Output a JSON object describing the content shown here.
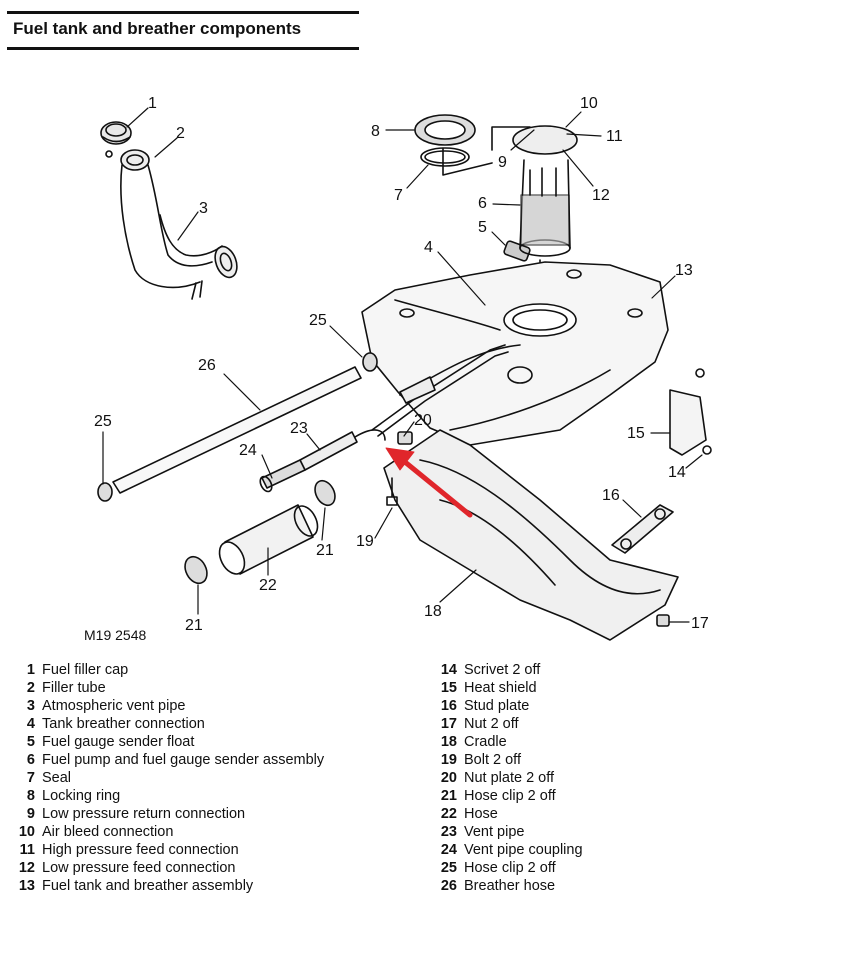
{
  "title": "Fuel tank and breather components",
  "figure_code": "M19 2548",
  "callouts": {
    "c1": "1",
    "c2": "2",
    "c3": "3",
    "c4": "4",
    "c5": "5",
    "c6": "6",
    "c7": "7",
    "c8": "8",
    "c9": "9",
    "c10": "10",
    "c11": "11",
    "c12": "12",
    "c13": "13",
    "c14": "14",
    "c15": "15",
    "c16": "16",
    "c17": "17",
    "c18": "18",
    "c19": "19",
    "c20": "20",
    "c21a": "21",
    "c21b": "21",
    "c22": "22",
    "c23": "23",
    "c24": "24",
    "c25a": "25",
    "c25b": "25",
    "c26": "26"
  },
  "legend_left": [
    {
      "num": "1",
      "text": "Fuel filler cap"
    },
    {
      "num": "2",
      "text": "Filler tube"
    },
    {
      "num": "3",
      "text": "Atmospheric vent pipe"
    },
    {
      "num": "4",
      "text": "Tank breather connection"
    },
    {
      "num": "5",
      "text": "Fuel gauge sender float"
    },
    {
      "num": "6",
      "text": "Fuel pump and fuel gauge sender assembly"
    },
    {
      "num": "7",
      "text": "Seal"
    },
    {
      "num": "8",
      "text": "Locking ring"
    },
    {
      "num": "9",
      "text": "Low pressure return connection"
    },
    {
      "num": "10",
      "text": "Air bleed connection"
    },
    {
      "num": "11",
      "text": "High pressure feed connection"
    },
    {
      "num": "12",
      "text": "Low pressure feed connection"
    },
    {
      "num": "13",
      "text": "Fuel tank and breather assembly"
    }
  ],
  "legend_right": [
    {
      "num": "14",
      "text": "Scrivet 2 off"
    },
    {
      "num": "15",
      "text": "Heat shield"
    },
    {
      "num": "16",
      "text": "Stud plate"
    },
    {
      "num": "17",
      "text": "Nut 2 off"
    },
    {
      "num": "18",
      "text": "Cradle"
    },
    {
      "num": "19",
      "text": "Bolt 2 off"
    },
    {
      "num": "20",
      "text": "Nut plate 2 off"
    },
    {
      "num": "21",
      "text": "Hose clip 2 off"
    },
    {
      "num": "22",
      "text": "Hose"
    },
    {
      "num": "23",
      "text": "Vent pipe"
    },
    {
      "num": "24",
      "text": "Vent pipe coupling"
    },
    {
      "num": "25",
      "text": "Hose clip 2 off"
    },
    {
      "num": "26",
      "text": "Breather hose"
    }
  ],
  "colors": {
    "ink": "#111111",
    "arrow": "#e0262b",
    "paper": "#ffffff"
  }
}
